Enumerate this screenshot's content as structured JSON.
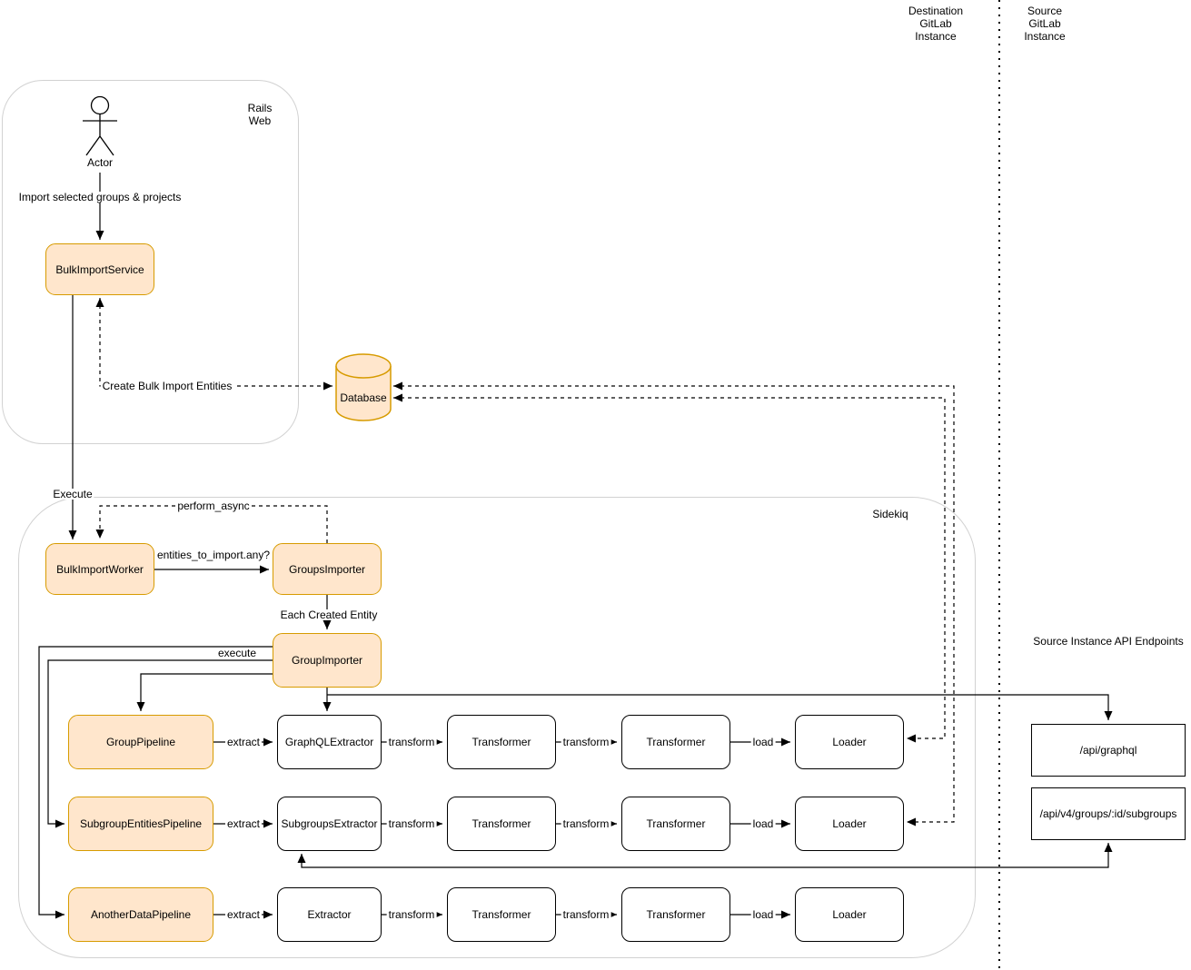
{
  "colors": {
    "node_fill": "#ffe6cc",
    "node_stroke": "#d79b00",
    "box_stroke": "#000000",
    "container_stroke": "#d2d2d2"
  },
  "zones": {
    "rails": {
      "label": "Rails\nWeb"
    },
    "sidekiq": {
      "label": "Sidekiq"
    },
    "destination_header": {
      "label": "Destination\nGitLab\nInstance"
    },
    "source_header": {
      "label": "Source\nGitLab\nInstance"
    },
    "api_endpoints_header": {
      "label": "Source Instance API Endpoints"
    }
  },
  "nodes": {
    "actor": {
      "label": "Actor"
    },
    "bulk_import_service": {
      "label": "BulkImportService"
    },
    "database": {
      "label": "Database"
    },
    "bulk_import_worker": {
      "label": "BulkImportWorker"
    },
    "groups_importer": {
      "label": "GroupsImporter"
    },
    "group_importer": {
      "label": "GroupImporter"
    },
    "group_pipeline": {
      "label": "GroupPipeline"
    },
    "subgroup_entities_pipeline": {
      "label": "SubgroupEntitiesPipeline"
    },
    "another_data_pipeline": {
      "label": "AnotherDataPipeline"
    },
    "graphql_extractor": {
      "label": "GraphQLExtractor"
    },
    "subgroups_extractor": {
      "label": "SubgroupsExtractor"
    },
    "extractor": {
      "label": "Extractor"
    },
    "transformer": {
      "label": "Transformer"
    },
    "loader": {
      "label": "Loader"
    },
    "api_graphql": {
      "label": "/api/graphql"
    },
    "api_subgroups": {
      "label": "/api/v4/groups/:id/subgroups"
    }
  },
  "edge_labels": {
    "import_selected": "Import selected groups & projects",
    "create_bulk_import_entities": "Create Bulk Import Entities",
    "execute_service": "Execute",
    "perform_async": "perform_async",
    "entities_to_import": "entities_to_import.any?",
    "each_created_entity": "Each Created Entity",
    "execute_pipeline": "execute",
    "extract": "extract",
    "transform": "transform",
    "load": "load"
  }
}
